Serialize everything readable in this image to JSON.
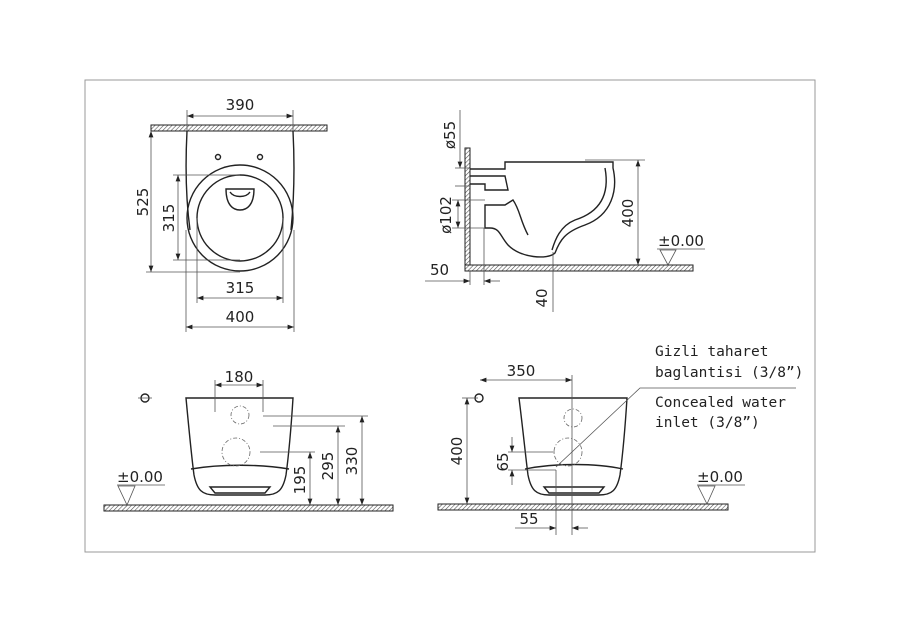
{
  "top_view": {
    "width_top": "390",
    "length": "525",
    "bowl_inner_length": "315",
    "bowl_inner_width": "315",
    "width": "400"
  },
  "side_view": {
    "pipe_diameter_small": "ø55",
    "pipe_diameter_large": "ø102",
    "height": "400",
    "level": "±0.00",
    "wall_offset": "50",
    "floor_gap": "40"
  },
  "front_view": {
    "bolt_spacing": "180",
    "level": "±0.00",
    "h1": "195",
    "h2": "295",
    "h3": "330"
  },
  "rear_view": {
    "offset": "350",
    "height": "400",
    "inlet_height": "65",
    "inlet_offset": "55",
    "level": "±0.00",
    "note_tr_line1": "Gizli taharet",
    "note_tr_line2": "baglantisi (3/8”)",
    "note_en_line1": "Concealed water",
    "note_en_line2": "inlet (3/8”)"
  }
}
